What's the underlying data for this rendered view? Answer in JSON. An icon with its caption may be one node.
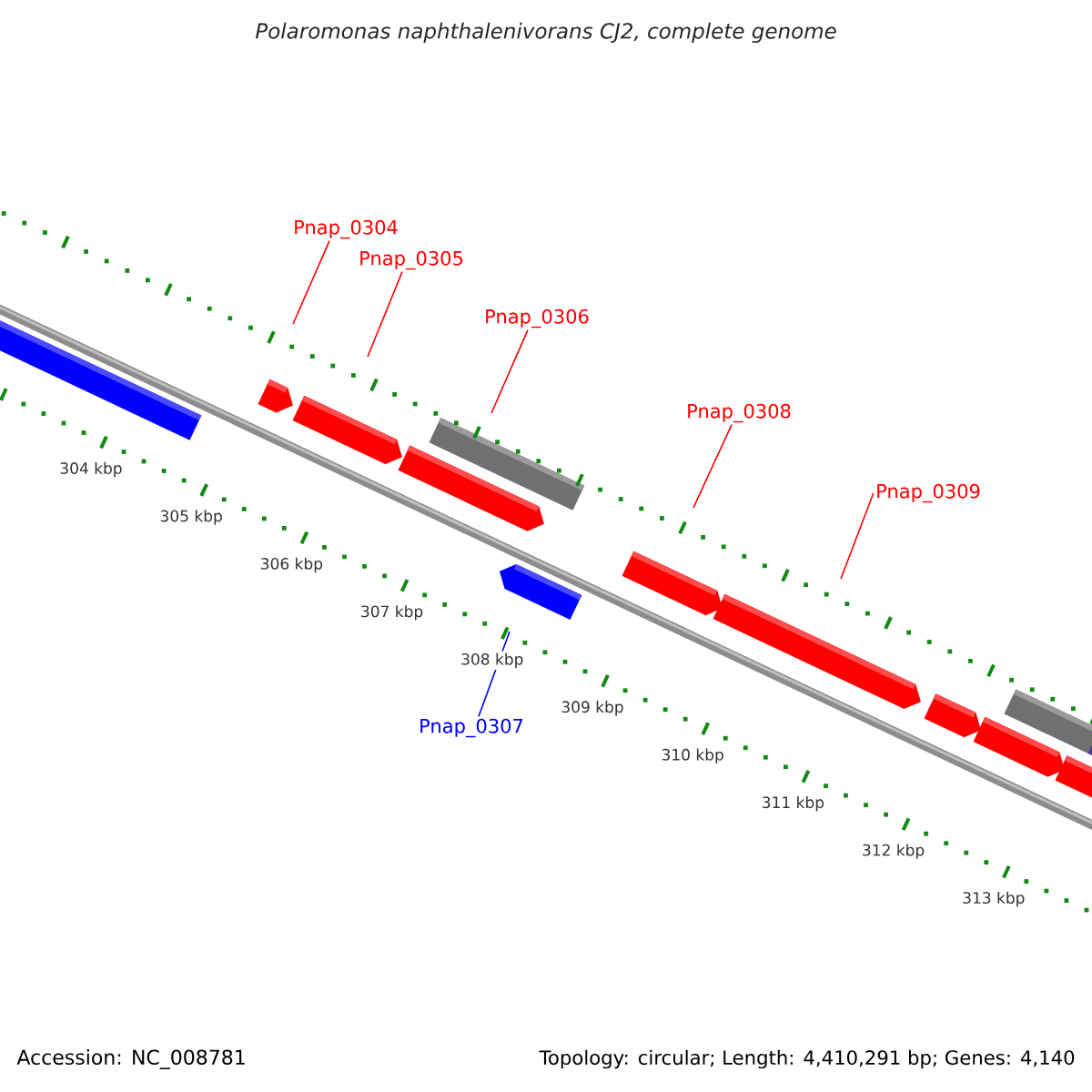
{
  "diagram": {
    "title": "Polaromonas naphthalenivorans CJ2, complete genome",
    "nodes": [
      {
        "text": [
          "Pnap_0304"
        ]
      },
      {
        "text": [
          "Pnap_0305"
        ]
      },
      {
        "text": [
          "Pnap_0306"
        ]
      },
      {
        "text": [
          "Pnap_0307"
        ]
      },
      {
        "text": [
          "Pnap_0308"
        ]
      },
      {
        "text": [
          "Pnap_0309"
        ]
      }
    ],
    "edges": [
      {
        "from": 0,
        "to": null,
        "arrow": "none"
      },
      {
        "from": 1,
        "to": null,
        "arrow": "none"
      },
      {
        "from": 2,
        "to": null,
        "arrow": "none"
      },
      {
        "from": 3,
        "to": null,
        "arrow": "none",
        "color": "#0000ff"
      },
      {
        "from": 4,
        "to": null,
        "arrow": "none"
      },
      {
        "from": 5,
        "to": null,
        "arrow": "none"
      }
    ],
    "labels": [
      "304 kbp",
      "305 kbp",
      "306 kbp",
      "307 kbp",
      "308 kbp",
      "309 kbp",
      "310 kbp",
      "311 kbp",
      "312 kbp",
      "313 kbp",
      "Accession: NC_008781",
      "Topology: circular; Length: 4,410,291 bp; Genes: 4,140"
    ]
  }
}
